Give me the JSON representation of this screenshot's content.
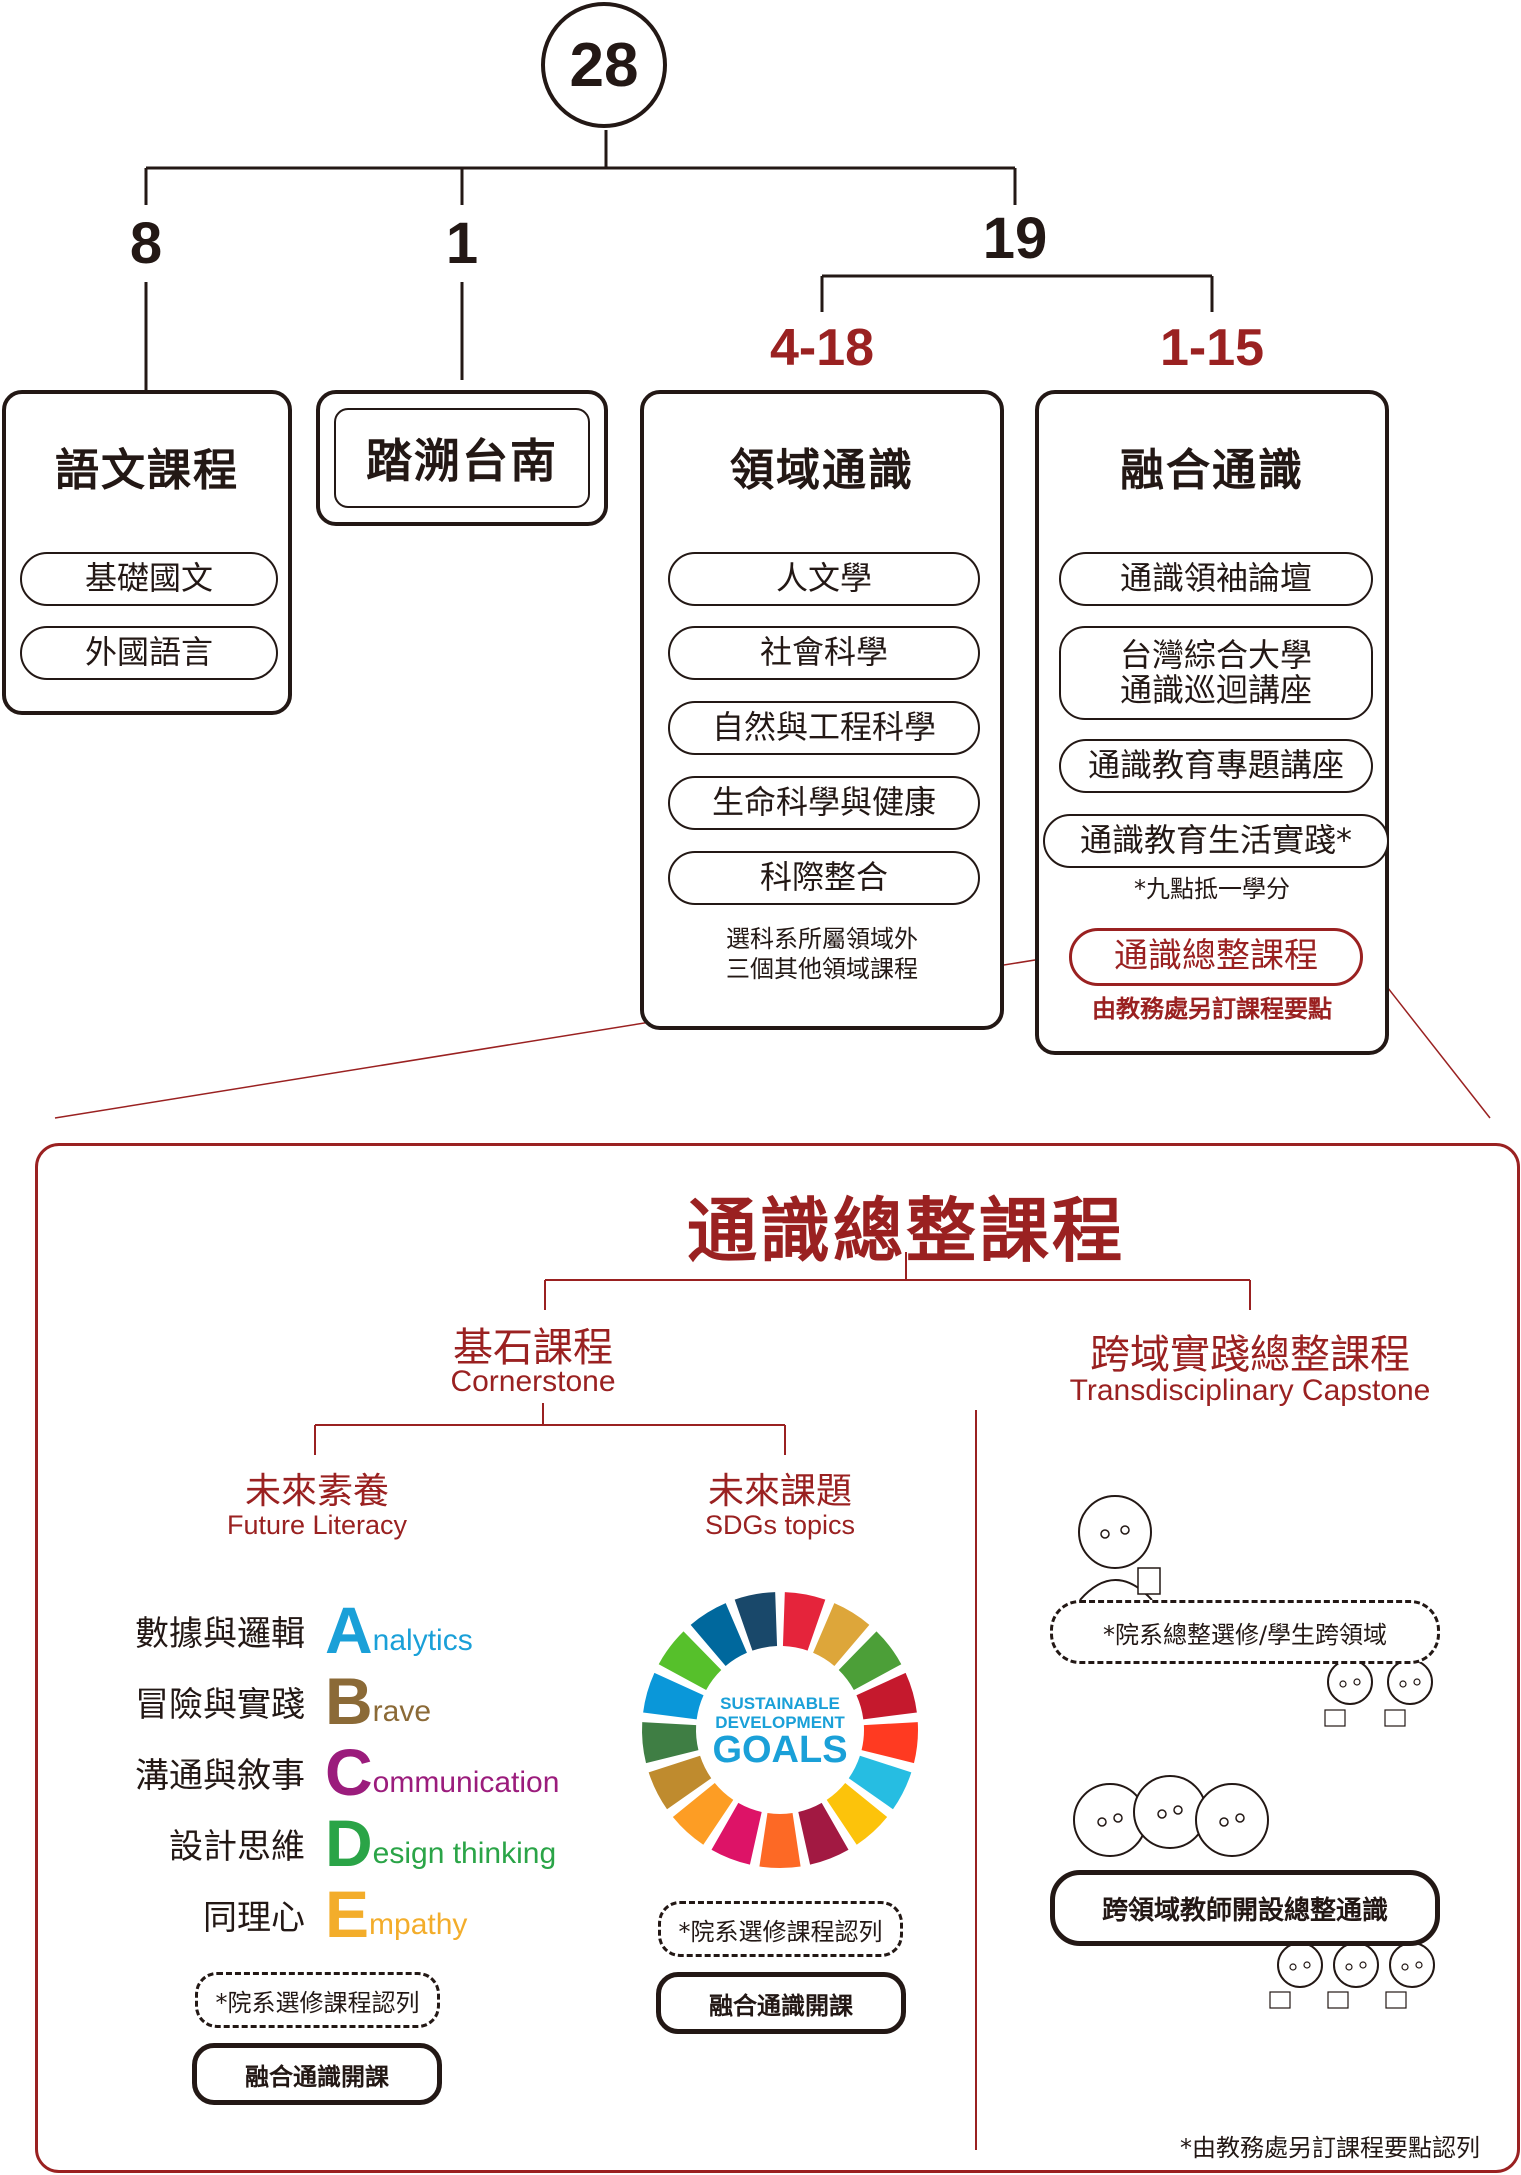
{
  "total_credits": "28",
  "branches": {
    "language_credits": "8",
    "tainan_credits": "1",
    "ge_credits": "19",
    "domain_range": "4-18",
    "integrated_range": "1-15"
  },
  "language": {
    "title": "語文課程",
    "items": [
      "基礎國文",
      "外國語言"
    ]
  },
  "tainan": {
    "title": "踏溯台南"
  },
  "domain": {
    "title": "領域通識",
    "items": [
      "人文學",
      "社會科學",
      "自然與工程科學",
      "生命科學與健康",
      "科際整合"
    ],
    "note_line1": "選科系所屬領域外",
    "note_line2": "三個其他領域課程"
  },
  "integrated": {
    "title": "融合通識",
    "items": [
      "通識領袖論壇",
      "台灣綜合大學",
      "通識巡迴講座",
      "通識教育專題講座",
      "通識教育生活實踐*"
    ],
    "practice_note": "*九點抵一學分",
    "capstone_pill": "通識總整課程",
    "capstone_note": "由教務處另訂課程要點"
  },
  "detail": {
    "title": "通識總整課程",
    "cornerstone": {
      "zh": "基石課程",
      "en": "Cornerstone"
    },
    "transdisciplinary": {
      "zh": "跨域實踐總整課程",
      "en": "Transdisciplinary Capstone"
    },
    "future_literacy": {
      "zh": "未來素養",
      "en": "Future Literacy"
    },
    "sdgs": {
      "zh": "未來課題",
      "en": "SDGs topics"
    },
    "abcde": [
      {
        "zh": "數據與邏輯",
        "letter": "A",
        "rest": "nalytics",
        "color": "#1aa0d8"
      },
      {
        "zh": "冒險與實踐",
        "letter": "B",
        "rest": "rave",
        "color": "#8b6a37"
      },
      {
        "zh": "溝通與敘事",
        "letter": "C",
        "rest": "ommunication",
        "color": "#9b1c7c"
      },
      {
        "zh": "設計思維",
        "letter": "D",
        "rest": "esign thinking",
        "color": "#2aa447"
      },
      {
        "zh": "同理心",
        "letter": "E",
        "rest": "mpathy",
        "color": "#f3ad2b"
      }
    ],
    "dept_recognized": "*院系選修課程認列",
    "integrated_offering": "融合通識開課",
    "sdg_logo_line1": "SUSTAINABLE",
    "sdg_logo_line2": "DEVELOPMENT",
    "sdg_logo_goals": "GOALS",
    "capstone_student": "*院系總整選修/學生跨領域",
    "capstone_teacher": "跨領域教師開設總整通識",
    "footnote": "*由教務處另訂課程要點認列"
  },
  "colors": {
    "accent_red": "#9a2121",
    "ink": "#231815"
  },
  "sdg_wheel_colors": [
    "#e5243b",
    "#dda63a",
    "#4c9f38",
    "#c5192d",
    "#ff3a21",
    "#26bde2",
    "#fcc30b",
    "#a21942",
    "#fd6925",
    "#dd1367",
    "#fd9d24",
    "#bf8b2e",
    "#3f7e44",
    "#0a97d9",
    "#56c02b",
    "#00689d",
    "#19486a"
  ]
}
